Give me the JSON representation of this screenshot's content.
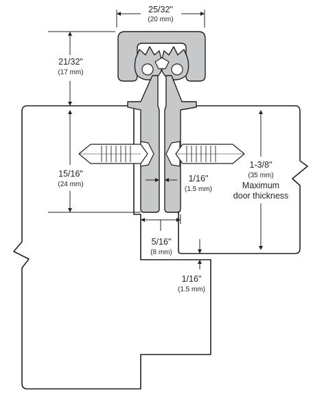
{
  "dimensions": {
    "extrusion_width": {
      "fraction": "25/32\"",
      "metric": "(20 mm)"
    },
    "extrusion_height": {
      "fraction": "21/32\"",
      "metric": "(17 mm)"
    },
    "leaf_depth": {
      "fraction": "15/16\"",
      "metric": "(24 mm)"
    },
    "leaf_gap": {
      "fraction": "1/16\"",
      "metric": "(1.5 mm)"
    },
    "door_thickness": {
      "fraction": "1-3/8\"",
      "metric": "(35 mm)",
      "line1": "Maximum",
      "line2": "door thickness"
    },
    "leaf_spacing": {
      "fraction": "5/16\"",
      "metric": "(8 mm)"
    },
    "door_clearance": {
      "fraction": "1/16\"",
      "metric": "(1.5 mm)"
    }
  },
  "colors": {
    "line": "#231f20",
    "hinge_fill": "#c7c8ca",
    "background": "#ffffff"
  }
}
